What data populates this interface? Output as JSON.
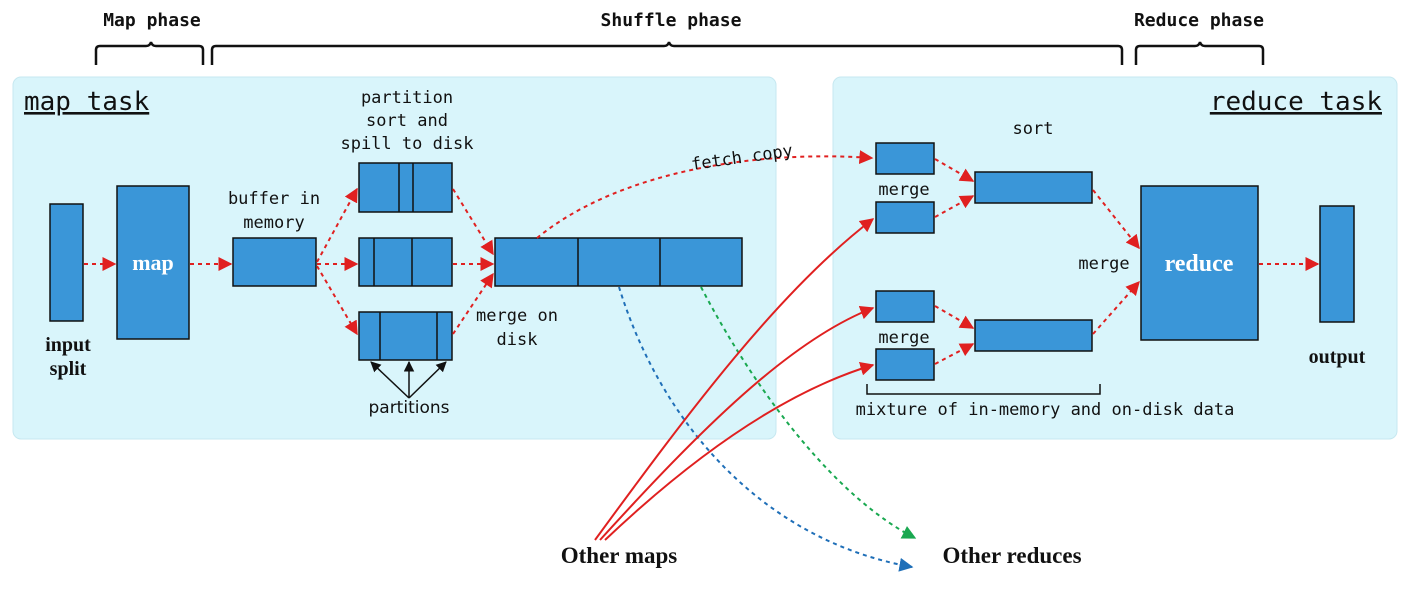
{
  "phases": {
    "map": "Map phase",
    "shuffle": "Shuffle phase",
    "reduce": "Reduce phase"
  },
  "map_task": {
    "title": "map task",
    "input_split_line1": "input",
    "input_split_line2": "split",
    "map_label": "map",
    "buffer_line1": "buffer in",
    "buffer_line2": "memory",
    "partition_line1": "partition",
    "partition_line2": "sort and",
    "partition_line3": "spill to disk",
    "merge_disk_line1": "merge on",
    "merge_disk_line2": "disk",
    "partitions": "partitions"
  },
  "fetch_copy": "fetch copy",
  "reduce_task": {
    "title": "reduce task",
    "sort": "sort",
    "merge_top": "merge",
    "merge_bottom": "merge",
    "merge_mid": "merge",
    "reduce_label": "reduce",
    "output": "output",
    "mixture": "mixture of in-memory and on-disk data"
  },
  "other_maps": "Other maps",
  "other_reduces": "Other reduces",
  "colors": {
    "panel": "#d9f5fb",
    "box": "#3a96d8",
    "red": "#e02020",
    "blue": "#1f6fb8",
    "green": "#19a850"
  }
}
